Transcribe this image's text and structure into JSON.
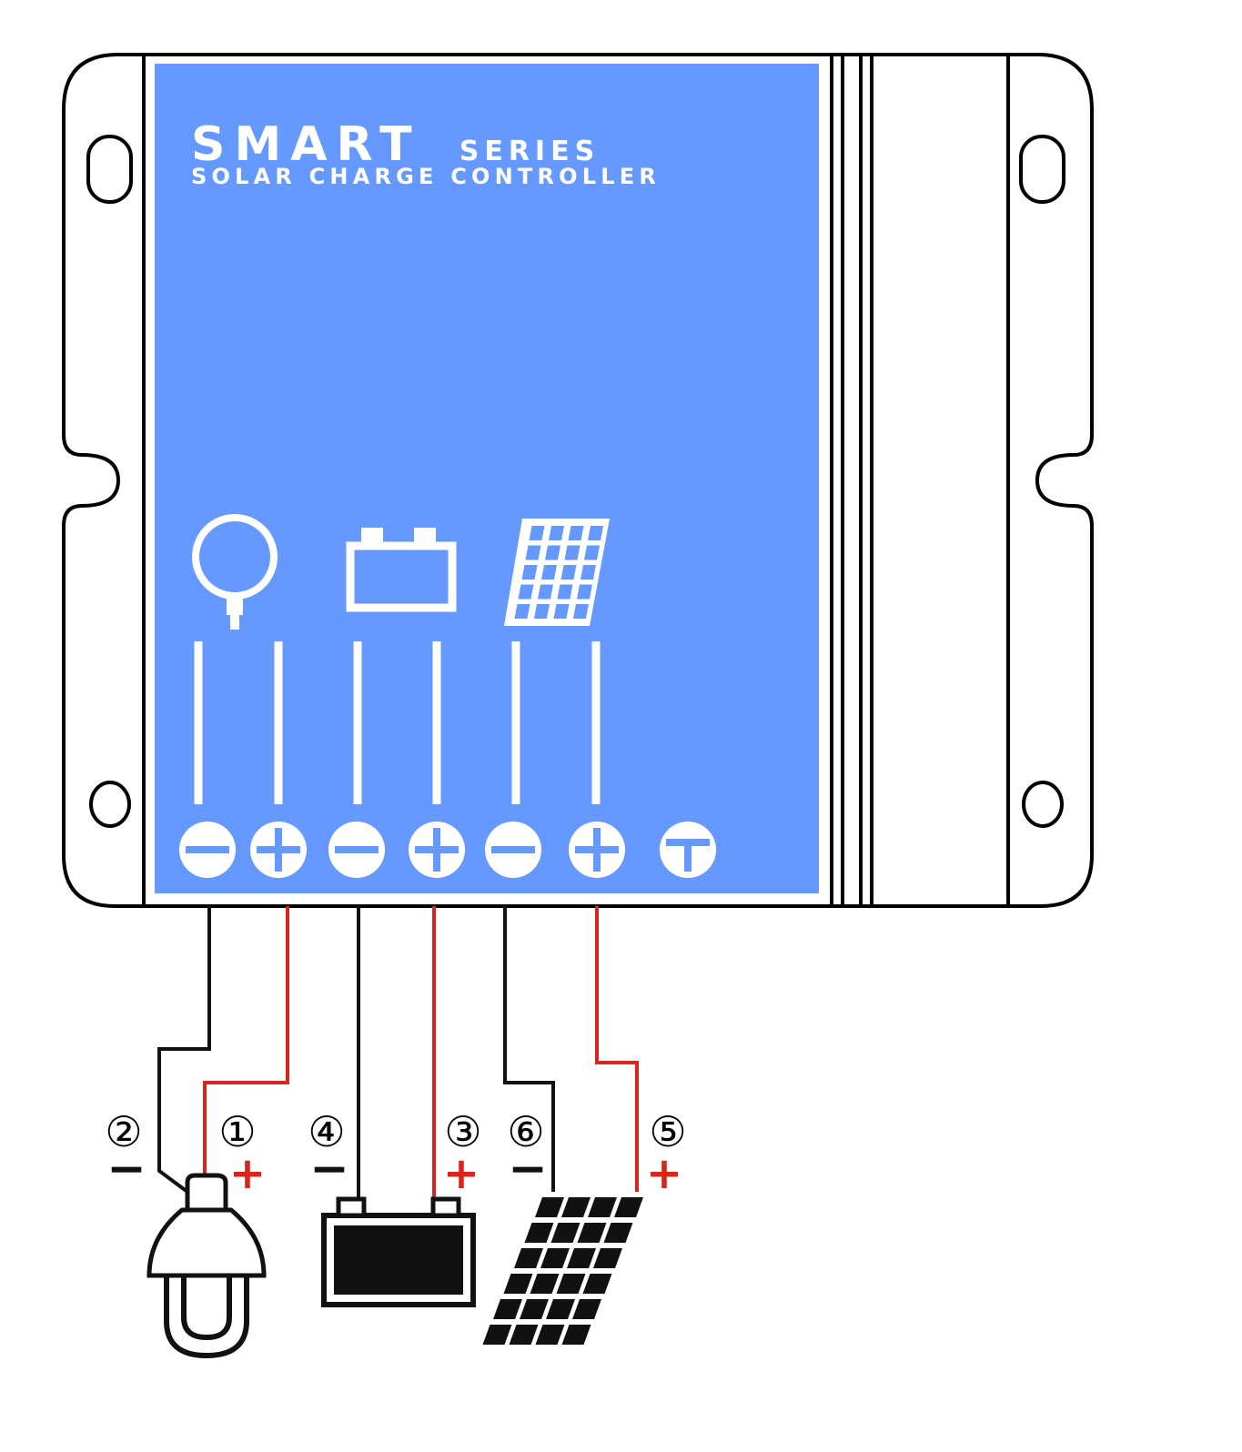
{
  "controller": {
    "title_word": "SMART",
    "series_word": "SERIES",
    "subtitle": "SOLAR CHARGE CONTROLLER"
  },
  "panel_icons": [
    "lamp-icon",
    "battery-icon",
    "solar-panel-icon"
  ],
  "terminals": [
    {
      "symbol": "⊖",
      "polarity": "negative"
    },
    {
      "symbol": "⊕",
      "polarity": "positive"
    },
    {
      "symbol": "⊖",
      "polarity": "negative"
    },
    {
      "symbol": "⊕",
      "polarity": "positive"
    },
    {
      "symbol": "⊖",
      "polarity": "negative"
    },
    {
      "symbol": "⊕",
      "polarity": "positive"
    },
    {
      "symbol": "⏚",
      "polarity": "ground"
    }
  ],
  "wires": [
    {
      "number": "①",
      "sign": "+",
      "color": "#d9261c"
    },
    {
      "number": "②",
      "sign": "−",
      "color": "#111111"
    },
    {
      "number": "③",
      "sign": "+",
      "color": "#d9261c"
    },
    {
      "number": "④",
      "sign": "−",
      "color": "#111111"
    },
    {
      "number": "⑤",
      "sign": "+",
      "color": "#d9261c"
    },
    {
      "number": "⑥",
      "sign": "−",
      "color": "#111111"
    }
  ],
  "devices": [
    "lamp-icon",
    "battery-icon",
    "solar-panel-icon"
  ],
  "colors": {
    "panel_blue": "#6699ff",
    "positive_red": "#d9261c",
    "negative_black": "#111111",
    "outline": "#000000"
  }
}
